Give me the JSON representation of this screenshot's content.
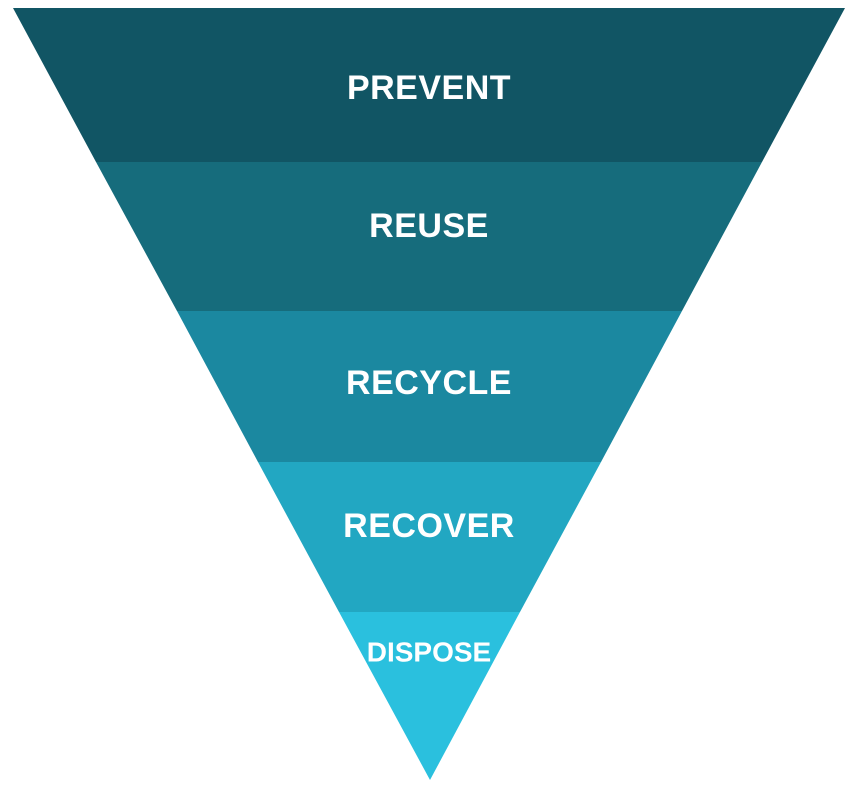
{
  "funnel": {
    "background": "#ffffff",
    "text_color": "#ffffff",
    "levels": [
      {
        "label": "PREVENT",
        "color": "#115564"
      },
      {
        "label": "REUSE",
        "color": "#166C7C"
      },
      {
        "label": "RECYCLE",
        "color": "#1B88A0"
      },
      {
        "label": "RECOVER",
        "color": "#22A7C2"
      },
      {
        "label": "DISPOSE",
        "color": "#2AC0DE"
      }
    ]
  }
}
